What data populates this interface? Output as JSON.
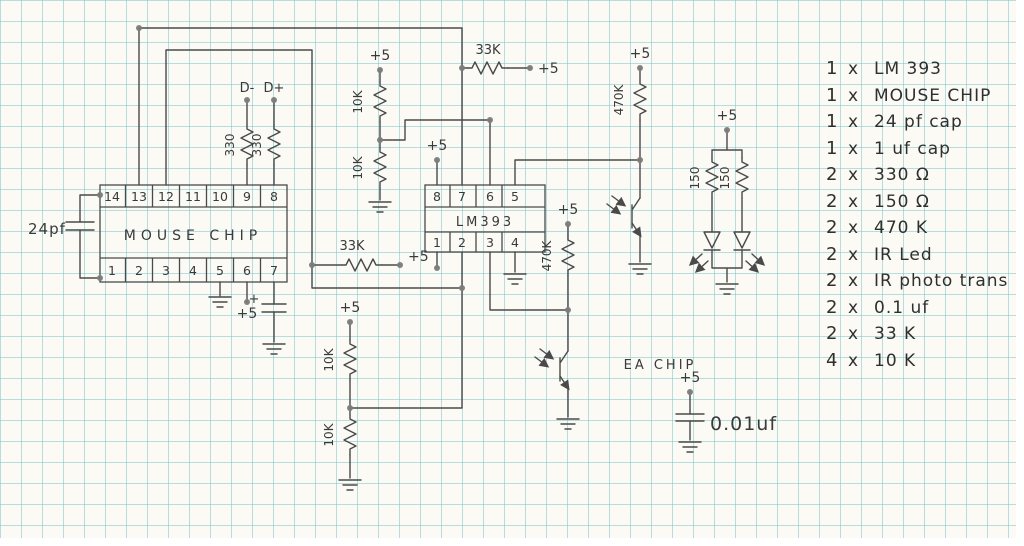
{
  "schematic": {
    "power_label": "+5",
    "mouse_chip": {
      "label": "MOUSE CHIP",
      "top_pins": [
        "14",
        "13",
        "12",
        "11",
        "10",
        "9",
        "8"
      ],
      "bottom_pins": [
        "1",
        "2",
        "3",
        "4",
        "5",
        "6",
        "7"
      ]
    },
    "lm393": {
      "label": "LM393",
      "top_pins": [
        "8",
        "7",
        "6",
        "5"
      ],
      "bottom_pins": [
        "1",
        "2",
        "3",
        "4"
      ]
    },
    "labels": {
      "d_minus": "D-",
      "d_plus": "D+",
      "r330": "330",
      "r10k": "10K",
      "r33k": "33K",
      "r470k": "470K",
      "r150": "150",
      "cap24": "24pf",
      "cap001": "0.01uf",
      "ea_chip": "EA CHIP",
      "plus": "+"
    }
  },
  "parts_list": {
    "times": "x",
    "items": [
      {
        "qty": "1",
        "name": "LM 393"
      },
      {
        "qty": "1",
        "name": "MOUSE CHIP"
      },
      {
        "qty": "1",
        "name": "24 pf cap"
      },
      {
        "qty": "1",
        "name": "1 uf cap"
      },
      {
        "qty": "2",
        "name": "330 Ω"
      },
      {
        "qty": "2",
        "name": "150 Ω"
      },
      {
        "qty": "2",
        "name": "470 K"
      },
      {
        "qty": "2",
        "name": "IR Led"
      },
      {
        "qty": "2",
        "name": "IR photo trans"
      },
      {
        "qty": "2",
        "name": "0.1 uf"
      },
      {
        "qty": "2",
        "name": "33 K"
      },
      {
        "qty": "4",
        "name": "10 K"
      }
    ]
  }
}
